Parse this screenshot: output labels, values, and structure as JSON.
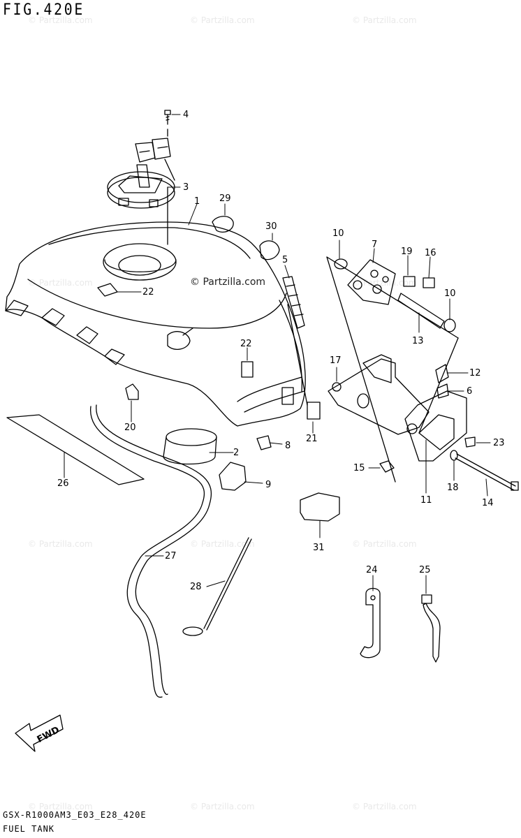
{
  "figure": {
    "title": "FIG.420E",
    "model_code": "GSX-R1000AM3_E03_E28_420E",
    "section_name": "FUEL TANK",
    "watermark": "© Partzilla.com",
    "center_watermark": "© Partzilla.com",
    "fwd_label": "FWD"
  },
  "callouts": [
    "4",
    "3",
    "1",
    "29",
    "30",
    "5",
    "22",
    "22",
    "20",
    "2",
    "8",
    "9",
    "26",
    "27",
    "28",
    "21",
    "31",
    "10",
    "7",
    "19",
    "16",
    "10",
    "13",
    "17",
    "12",
    "6",
    "23",
    "15",
    "18",
    "11",
    "14",
    "24",
    "25"
  ],
  "colors": {
    "line": "#000000",
    "background": "#ffffff",
    "watermark": "#e9e9e9"
  }
}
